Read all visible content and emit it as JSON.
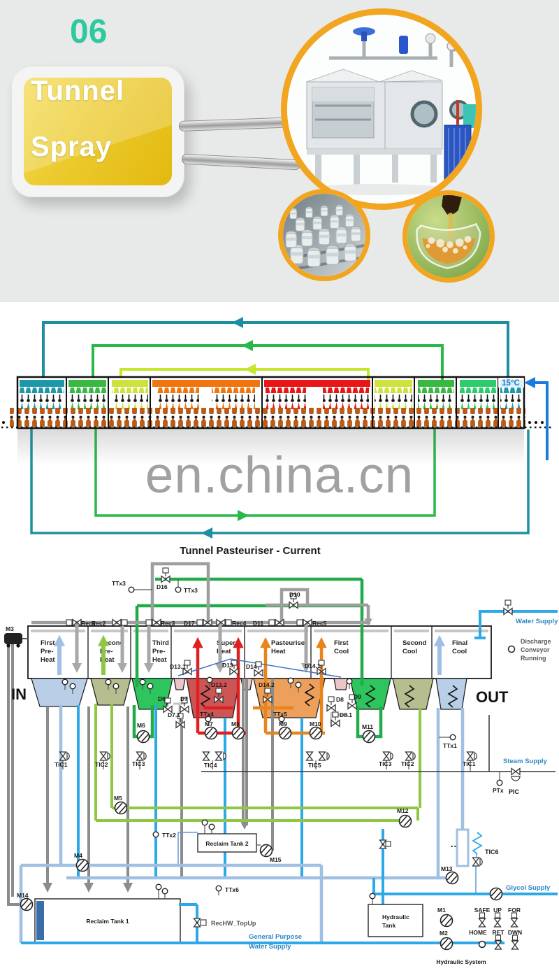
{
  "top": {
    "number": "06",
    "badge": [
      "Tunnel",
      "Spray"
    ]
  },
  "tunnel": {
    "temp": "15°C",
    "watermark": "en.china.cn"
  },
  "pid": {
    "title": "Tunnel Pasteuriser - Current",
    "zones": [
      [
        "First",
        "Pre-",
        "Heat"
      ],
      [
        "Second",
        "Pre-",
        "Heat"
      ],
      [
        "Third",
        "Pre-",
        "Heat"
      ],
      [
        "Super",
        "Heat"
      ],
      [
        "Pasteuriser",
        "Heat"
      ],
      [
        "First",
        "Cool"
      ],
      [
        "Second",
        "Cool"
      ],
      [
        "Final",
        "Cool"
      ]
    ],
    "io": {
      "in": "IN",
      "out": "OUT"
    },
    "valves": {
      "d16": "D16",
      "d10": "D10",
      "d17": "D17",
      "d11": "D11",
      "rec1": "Rec1",
      "rec2": "Rec2",
      "rec3": "Rec3",
      "rec4": "Rec4",
      "rec5": "Rec5",
      "d131": "D13.1",
      "d13": "D13",
      "d14": "D14",
      "d141": "D14.1",
      "d132": "D13.2",
      "d142": "D14.2",
      "d6": "D6",
      "d7": "D7",
      "d71": "D7.1",
      "d8": "D8",
      "d81": "D8.1",
      "d9": "D9",
      "rechw": "RecHW_TopUp",
      "pic": "PIC"
    },
    "sensors": {
      "ttx1": "TTx1",
      "ttx2": "TTx2",
      "ttx3": "TTx3",
      "ttx4": "TTx4",
      "ttx5": "TTx5",
      "ttx6": "TTx6",
      "ptx": "PTx"
    },
    "pumps": {
      "m1": "M1",
      "m2": "M2",
      "m3": "M3",
      "m4": "M4",
      "m5": "M5",
      "m6": "M6",
      "m7": "M7",
      "m8": "M8",
      "m9": "M9",
      "m10": "M10",
      "m11": "M11",
      "m12": "M12",
      "m13": "M13",
      "m14": "M14",
      "m15": "M15"
    },
    "tic": {
      "tic1": "TIC1",
      "tic2": "TIC2",
      "tic3": "TIC3",
      "tic4": "TIC4",
      "tic5": "TIC5",
      "tic6": "TIC6"
    },
    "supplies": {
      "water": "Water Supply",
      "steam": "Steam Supply",
      "glycol": "Glycol Supply",
      "gp": [
        "General Purpose",
        "Water Supply"
      ]
    },
    "tanks": {
      "reclaim1": "Reclaim Tank 1",
      "reclaim2": "Reclaim Tank 2",
      "hydraulic": [
        "Hydraulic",
        "Tank"
      ],
      "hydraulic_system": "Hydraulic System"
    },
    "discharge": [
      "Discharge",
      "Conveyor",
      "Running"
    ],
    "hydraulic_valves": [
      "SAFE",
      "UP",
      "FOR",
      "HOME",
      "RET",
      "DWN"
    ]
  },
  "palette": {
    "page_bg": "#e8eaea",
    "number_teal": "#2ec9a0",
    "badge_yellow": "#e9c41f",
    "photo_ring_orange": "#f2a51e",
    "tunnel_zones": [
      "#1e98a8",
      "#39b942",
      "#cde23c",
      "#f0750f",
      "#e81717",
      "#cde23c",
      "#39b942",
      "#2ccc6e",
      "#1e98a8"
    ],
    "inlet_blue": "#1a7ae0",
    "supply_blue": "#2e86c1",
    "pipe_gray": "#9e9e9e",
    "hopper_colors": [
      "#b9cfe8",
      "#b6bd8e",
      "#2ec45e",
      "#eac6c6",
      "#cc5555",
      "#eda05c"
    ]
  }
}
